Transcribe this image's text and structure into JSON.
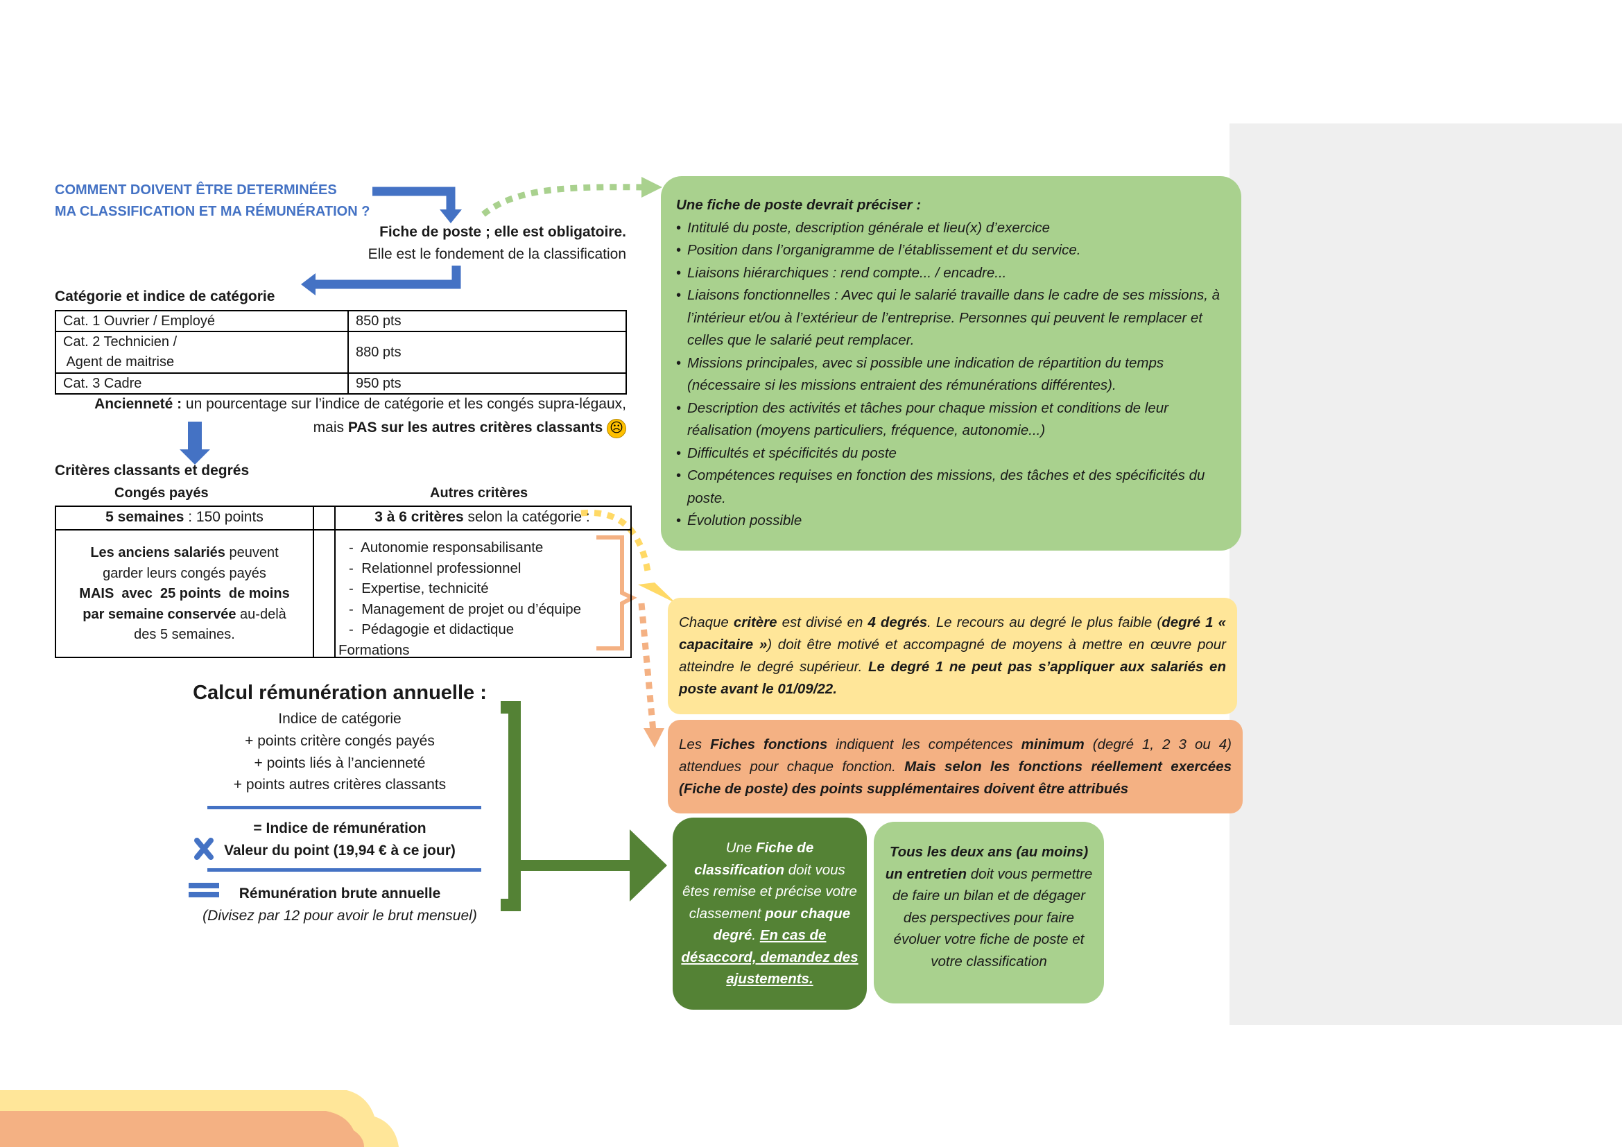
{
  "question": {
    "line1": "COMMENT DOIVENT ÊTRE DETERMINÉES",
    "line2": "MA CLASSIFICATION ET MA RÉMUNÉRATION ?"
  },
  "fiche": {
    "bold": "Fiche de poste ; elle est obligatoire.",
    "sub": "Elle est le fondement de la classification"
  },
  "categorie": {
    "title": "Catégorie et indice de catégorie",
    "rows": [
      {
        "label": "Cat. 1 Ouvrier / Employé",
        "points": "850 pts"
      },
      {
        "label1": "Cat. 2 Technicien /",
        "label2": " Agent de maitrise",
        "points": "880 pts"
      },
      {
        "label": "Cat. 3 Cadre",
        "points": "950 pts"
      }
    ]
  },
  "anciennete": {
    "bold1": "Ancienneté :",
    "text1": " un pourcentage sur l’indice de catégorie et les congés supra-légaux,",
    "text2": "mais ",
    "bold2": "PAS sur les autres critères classants",
    "emoji": "☹"
  },
  "criteres": {
    "title": "Critères classants et degrés",
    "col1_head": "Congés payés",
    "col2_head": "Autres critères",
    "cp_bold": "5 semaines",
    "cp_text": " : 150 points",
    "autres_bold": "3 à 6 critères",
    "autres_text": " selon la catégorie :",
    "anciens": {
      "b1": "Les anciens salariés",
      "t1": " peuvent",
      "t2": "garder leurs congés payés",
      "b2": "MAIS  avec  25 points  de moins",
      "b3": "par semaine conservée",
      "t3": " au-delà",
      "t4": "des 5 semaines."
    },
    "list": [
      "-  Autonomie responsabilisante",
      "-  Relationnel professionnel",
      "-  Expertise, technicité",
      "-  Management de projet ou d’équipe",
      "-  Pédagogie et didactique",
      "Formations"
    ]
  },
  "calcul": {
    "title": "Calcul rémunération annuelle :",
    "l1": "Indice de catégorie",
    "l2": "+ points critère congés payés",
    "l3": "+ points liés à l’ancienneté",
    "l4": "+ points autres critères classants",
    "l5": "= Indice de rémunération",
    "l6": "Valeur du point (19,94 € à ce jour)",
    "l7": "Rémunération brute annuelle",
    "l8": "(Divisez par 12 pour avoir le brut mensuel)"
  },
  "green_box": {
    "title": "Une fiche de poste devrait préciser :",
    "items": [
      "Intitulé du poste, description générale et lieu(x) d’exercice",
      "Position dans l’organigramme de l’établissement et du service.",
      "Liaisons hiérarchiques : rend compte... / encadre...",
      "Liaisons fonctionnelles : Avec qui le salarié travaille dans le cadre de ses missions, à l’intérieur et/ou à l’extérieur de l’entreprise. Personnes qui peuvent le remplacer et celles que le salarié peut remplacer.",
      "Missions principales, avec si possible une indication de répartition du temps (nécessaire si les missions entraient des rémunérations différentes).",
      "Description des activités et tâches pour chaque mission et conditions de leur réalisation (moyens particuliers, fréquence, autonomie...)",
      "Difficultés et spécificités du poste",
      "Compétences requises en fonction des missions, des tâches et des spécificités du poste.",
      "Évolution possible"
    ]
  },
  "yellow_box": {
    "t1": "Chaque ",
    "b1": "critère",
    "t2": " est divisé en ",
    "b2": "4 degrés",
    "t3": ". Le recours au degré le plus faible (",
    "b3": "degré 1 « capacitaire »",
    "t4": ") doit être motivé et accompagné de moyens à mettre en œuvre pour atteindre le degré supérieur. ",
    "b4": "Le degré 1 ne peut pas s’appliquer aux salariés en poste avant le 01/09/22."
  },
  "orange_box": {
    "t1": "Les ",
    "b1": "Fiches fonctions",
    "t2": " indiquent les compétences ",
    "b2": "minimum",
    "t3": " (degré 1, 2 3 ou 4) attendues pour chaque fonction.  ",
    "b3": "Mais selon les fonctions réellement exercées (Fiche de poste) des points supplémentaires doivent être attribués"
  },
  "classif_box": {
    "t1": "Une ",
    "b1": "Fiche de classification",
    "t2": " doit vous êtes remise et précise votre classement ",
    "b2": "pour chaque degré",
    "t3": ". ",
    "u1": "En cas de désaccord, demandez des ajustements."
  },
  "entretien_box": {
    "b1": "Tous les deux ans (au moins) un entretien",
    "t1": " doit vous permettre de faire un bilan et de dégager des perspectives pour faire évoluer votre fiche de poste et votre classification"
  },
  "colors": {
    "blue": "#4472c4",
    "green": "#a9d18e",
    "dark_green": "#548235",
    "yellow": "#ffe699",
    "orange": "#f4b183"
  }
}
